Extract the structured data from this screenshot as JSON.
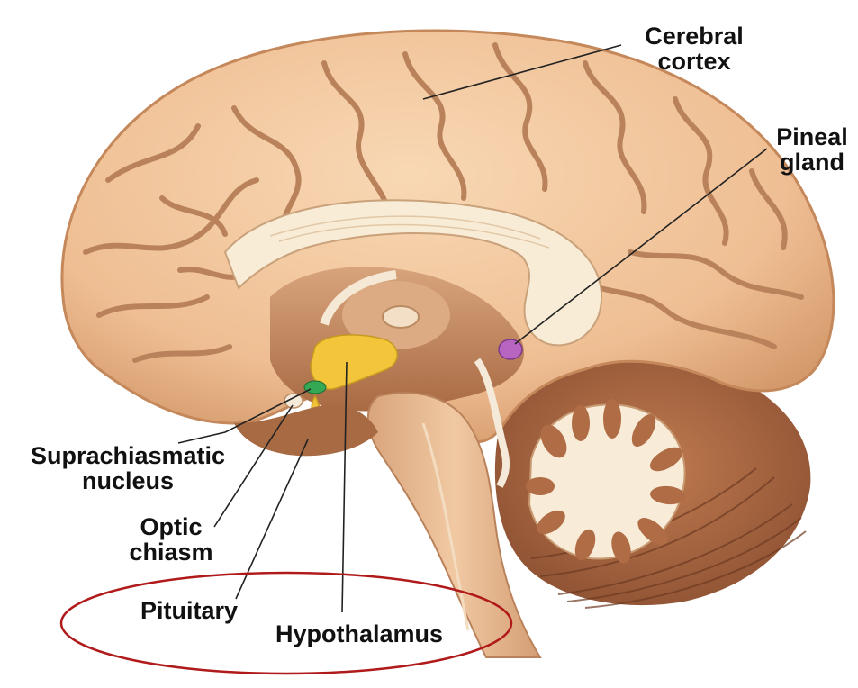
{
  "labels": {
    "cerebral_cortex": [
      "Cerebral",
      "cortex"
    ],
    "pineal_gland": [
      "Pineal",
      "gland"
    ],
    "suprachiasmatic_nucleus": [
      "Suprachiasmatic",
      "nucleus"
    ],
    "optic_chiasm": [
      "Optic",
      "chiasm"
    ],
    "pituitary": "Pituitary",
    "hypothalamus": "Hypothalamus"
  },
  "colors": {
    "cortex_fill": "#f1c49c",
    "cortex_sulcus": "#b9825a",
    "corpus_callosum": "#f8ecd6",
    "brainstem": "#e8b88f",
    "cerebellum_fill": "#a86640",
    "arbor_vitae": "#f8ecd8",
    "hypothalamus": "#f2c53a",
    "suprachiasmatic": "#34a853",
    "pineal": "#b765c0",
    "pituitary": "#f0c23a",
    "highlight_ellipse": "#b01a1a",
    "leader_line": "#222222"
  }
}
